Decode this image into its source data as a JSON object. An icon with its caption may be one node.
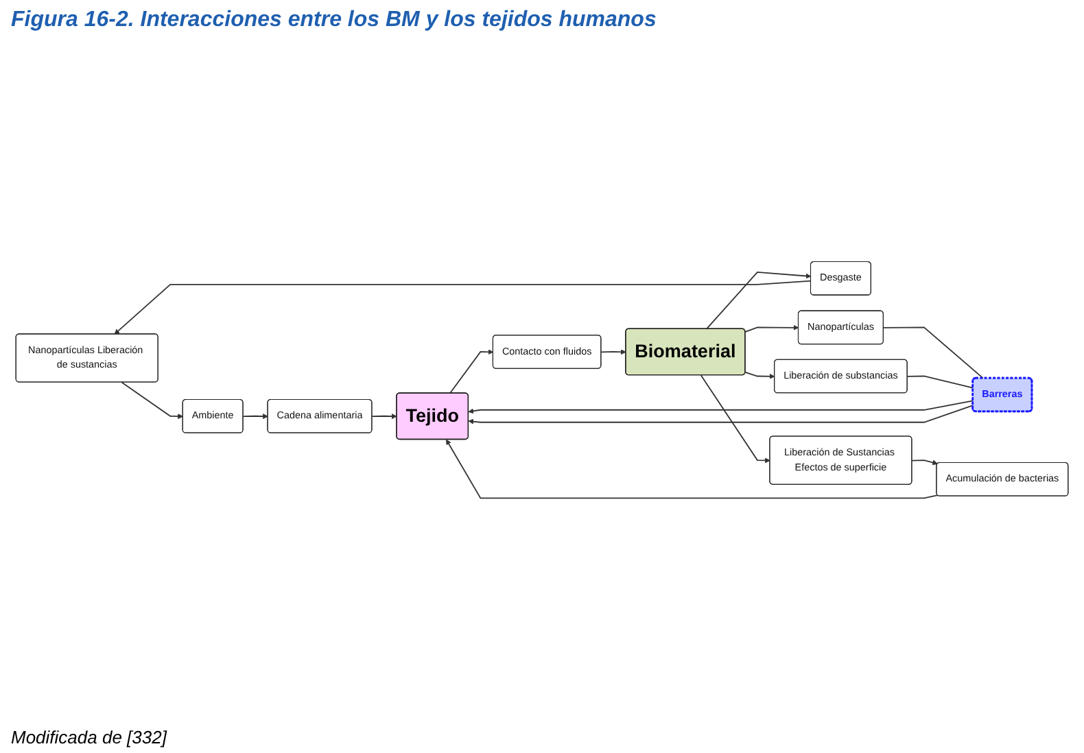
{
  "diagram": {
    "title": "Figura 16-2. Interacciones entre los BM y los tejidos humanos",
    "caption": "Modificada de [332]",
    "nodes": [
      {
        "text": [
          "Nanopartículas Liberación de sustancias"
        ]
      },
      {
        "text": [
          "Ambiente"
        ]
      },
      {
        "text": [
          "Cadena alimentaria"
        ]
      },
      {
        "text": [
          "Desgaste"
        ]
      },
      {
        "text": [
          "Contacto con fluidos"
        ]
      },
      {
        "text": [
          "Biomaterial"
        ]
      },
      {
        "text": [
          "Nanopartículas"
        ]
      },
      {
        "text": [
          "Liberación de substancias"
        ]
      },
      {
        "text": [
          "Tejido"
        ]
      },
      {
        "text": [
          "Barreras"
        ]
      },
      {
        "text": [
          "Liberación de Sustancias Efectos de superficie"
        ]
      },
      {
        "text": [
          "Acumulación de bacterias"
        ]
      }
    ],
    "edges": [
      {
        "from": 0,
        "to": 1,
        "arrow": "to"
      },
      {
        "from": 1,
        "to": 2,
        "arrow": "to"
      },
      {
        "from": 2,
        "to": 8,
        "arrow": "to"
      },
      {
        "from": 8,
        "to": 4,
        "arrow": "to"
      },
      {
        "from": 4,
        "to": 5,
        "arrow": "to"
      },
      {
        "from": 5,
        "to": 3,
        "arrow": "to"
      },
      {
        "from": 3,
        "to": 0,
        "arrow": "to"
      },
      {
        "from": 5,
        "to": 6,
        "arrow": "to"
      },
      {
        "from": 5,
        "to": 7,
        "arrow": "to"
      },
      {
        "from": 6,
        "to": 9,
        "arrow": "none"
      },
      {
        "from": 9,
        "to": 8,
        "arrow": "to"
      },
      {
        "from": 7,
        "to": 9,
        "arrow": "none"
      },
      {
        "from": 9,
        "to": 8,
        "arrow": "to"
      },
      {
        "from": 5,
        "to": 10,
        "arrow": "to"
      },
      {
        "from": 10,
        "to": 11,
        "arrow": "to"
      },
      {
        "from": 11,
        "to": 8,
        "arrow": "to"
      }
    ]
  }
}
